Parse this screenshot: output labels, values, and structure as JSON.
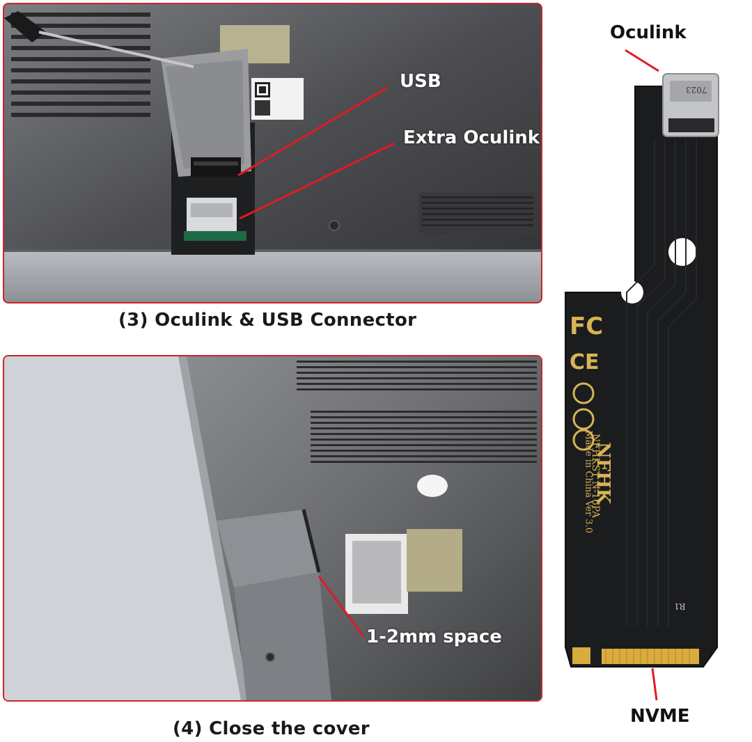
{
  "captions": {
    "step3": "(3) Oculink & USB Connector",
    "step4": "(4) Close the cover"
  },
  "callouts": {
    "usb": "USB",
    "extra_oculink": "Extra Oculink",
    "space": "1-2mm space",
    "oculink": "Oculink",
    "nvme": "NVME"
  },
  "pcb": {
    "connector_mark": "7023",
    "brand": "NFHK",
    "model": "NFHKST N-16PA",
    "origin": "Made in China Ver 3.0",
    "ref": "R1"
  },
  "colors": {
    "accent_red": "#c8262b",
    "pcb_black": "#1b1c1e",
    "pcb_gold": "#d8b455"
  }
}
